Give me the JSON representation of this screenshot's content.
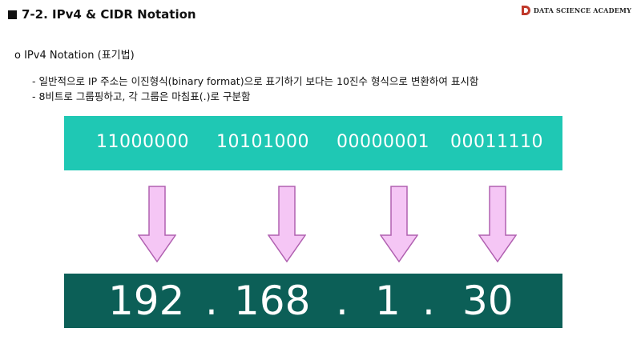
{
  "header": {
    "title": "7-2. IPv4 & CIDR Notation",
    "brand": "DATA SCIENCE ACADEMY"
  },
  "section": {
    "heading": "o IPv4 Notation (표기법)",
    "bullets": [
      "- 일반적으로 IP 주소는 이진형식(binary format)으로 표기하기 보다는 10진수 형식으로 변환하여 표시함",
      "- 8비트로 그룹핑하고,  각 그룹은 마침표(.)로 구분함"
    ]
  },
  "binary": [
    "11000000",
    "10101000",
    "00000001",
    "00011110"
  ],
  "decimal": {
    "octets": [
      "192",
      "168",
      "1",
      "30"
    ],
    "separator": "."
  },
  "colors": {
    "binary_bar": "#1fc8b4",
    "decimal_bar": "#0c5f57",
    "arrow_fill": "#f5c6f5",
    "arrow_stroke": "#b060b0"
  }
}
